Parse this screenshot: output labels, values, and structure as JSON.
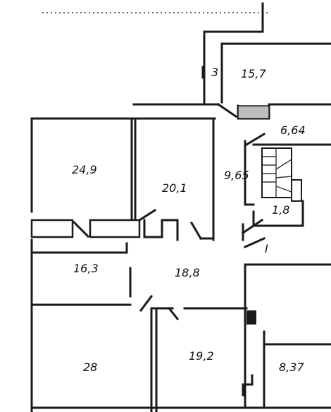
{
  "plan": {
    "rooms": [
      {
        "id": "r-15-7",
        "label": "15,7"
      },
      {
        "id": "r-6-64",
        "label": "6,64"
      },
      {
        "id": "r-24-9",
        "label": "24,9"
      },
      {
        "id": "r-20-1",
        "label": "20,1"
      },
      {
        "id": "r-9-65",
        "label": "9,65"
      },
      {
        "id": "r-1-8",
        "label": "1,8"
      },
      {
        "id": "r-16-3",
        "label": "16,3"
      },
      {
        "id": "r-18-8",
        "label": "18,8"
      },
      {
        "id": "r-28",
        "label": "28"
      },
      {
        "id": "r-19-2",
        "label": "19,2"
      },
      {
        "id": "r-8-37",
        "label": "8,37"
      }
    ],
    "marks": {
      "roman_one": "I",
      "top_left_mark": "3"
    }
  }
}
